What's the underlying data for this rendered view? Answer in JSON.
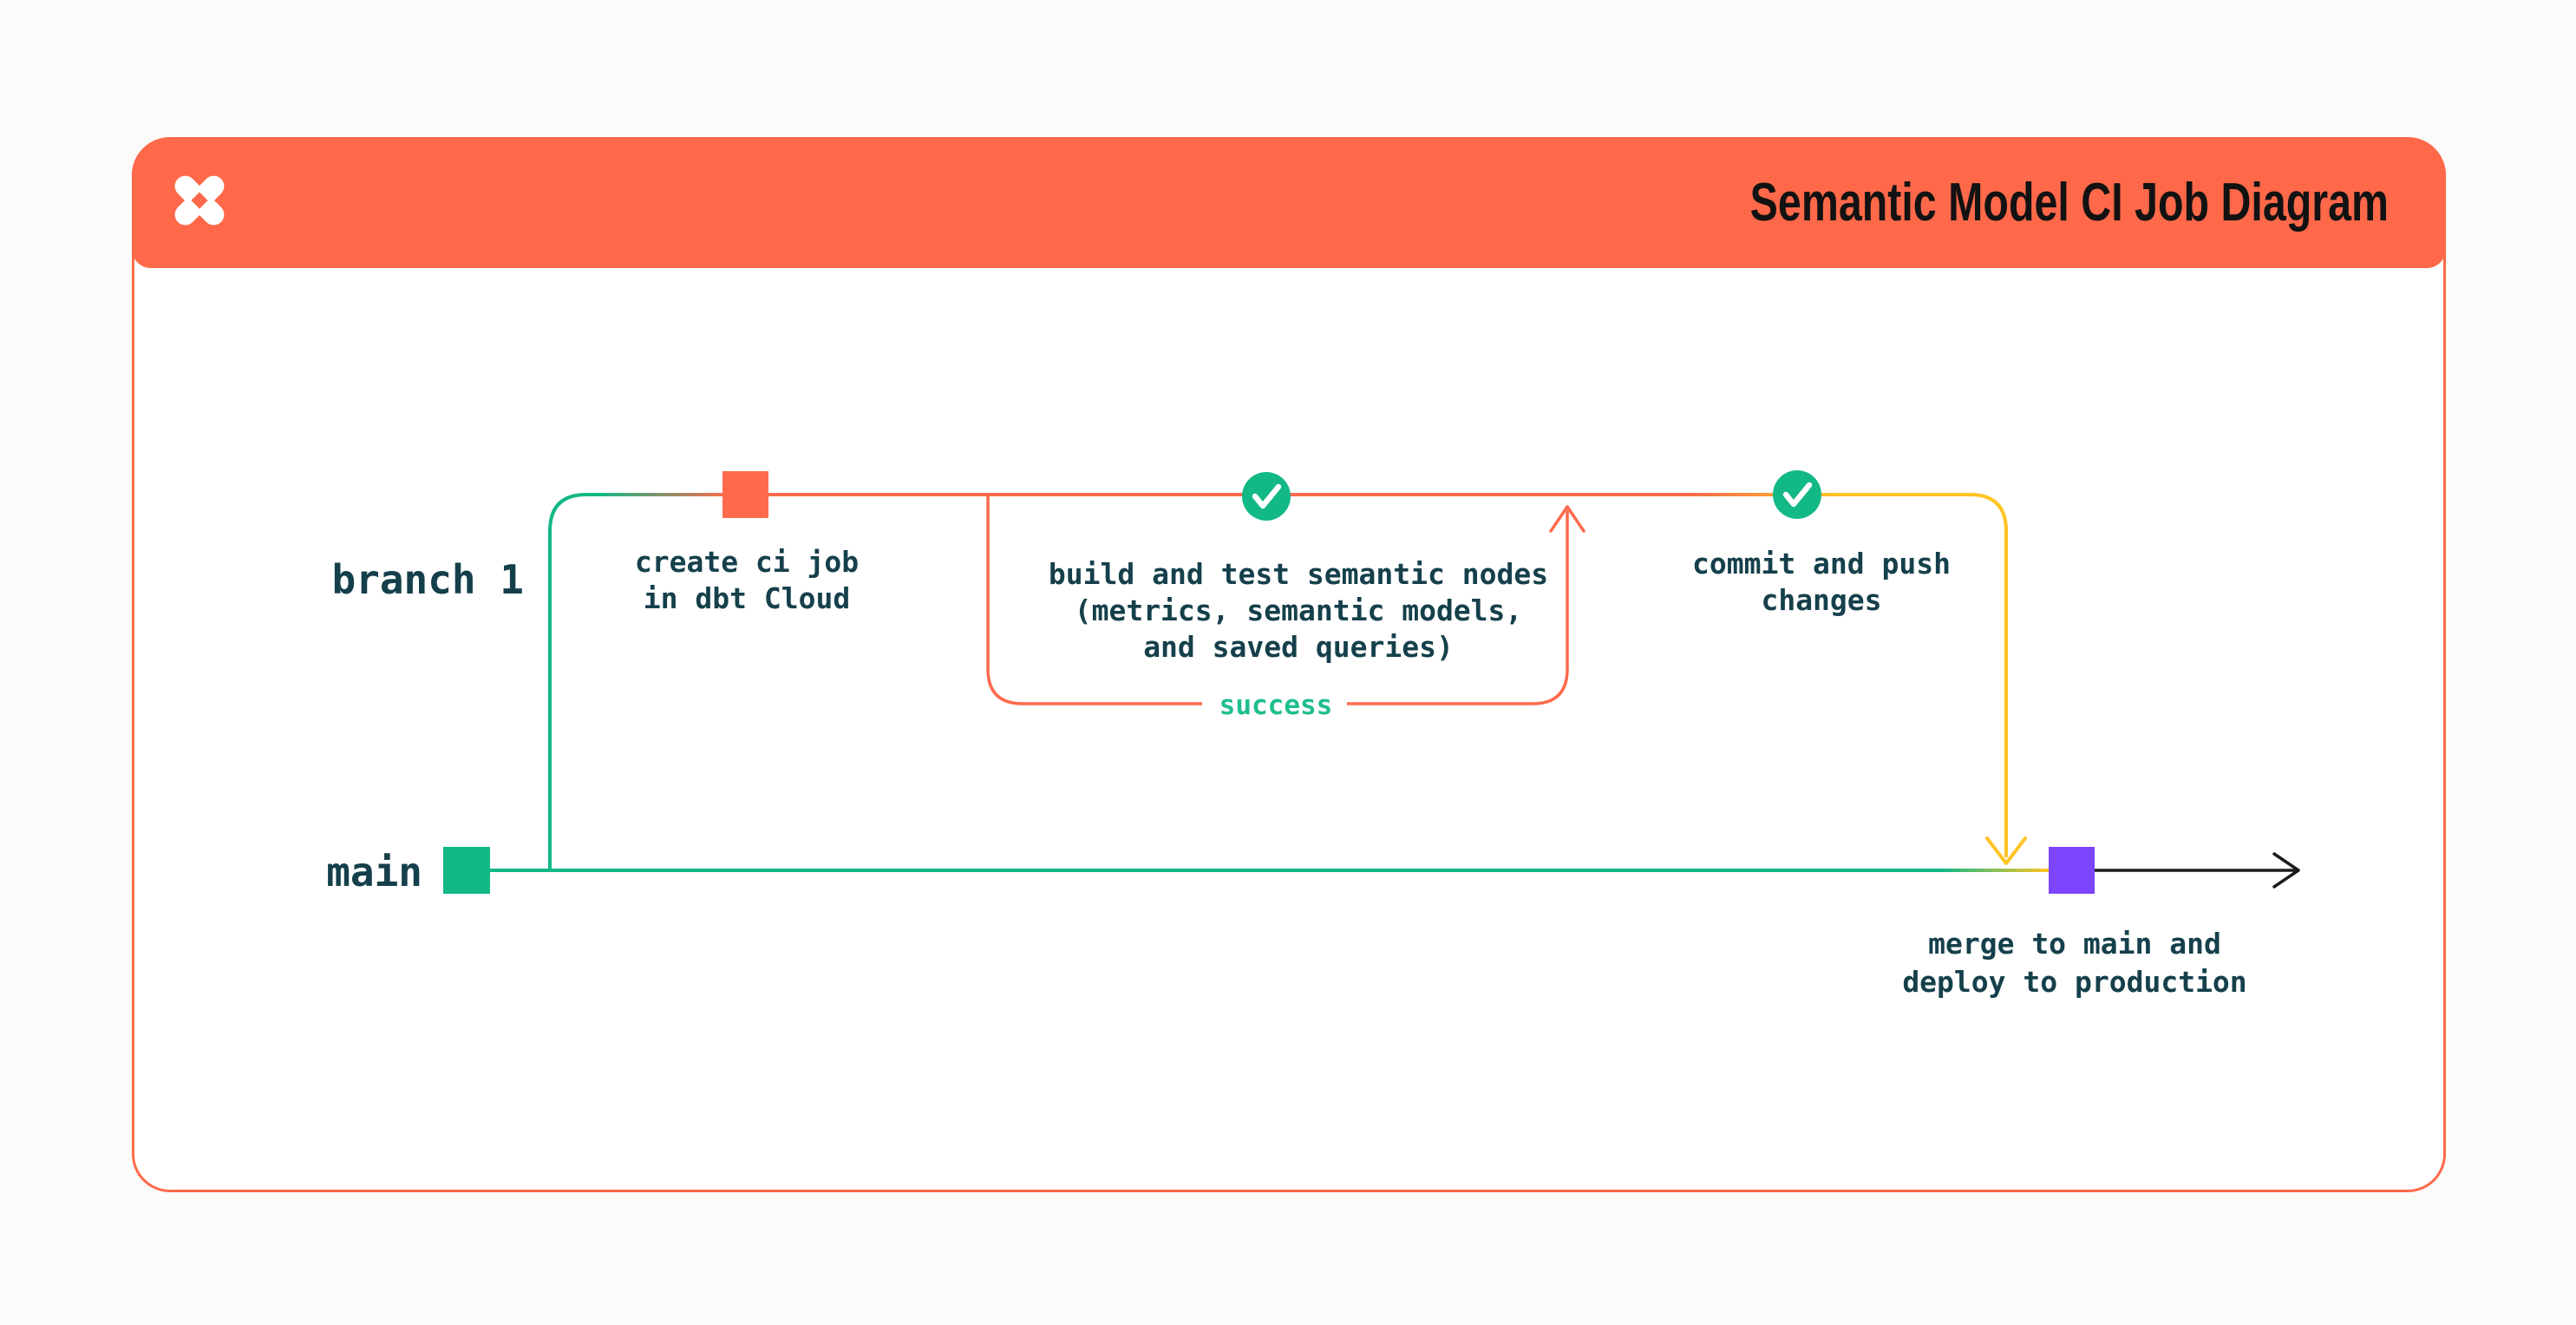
{
  "window": {
    "title": "Semantic Model CI Job Diagram"
  },
  "logo": {
    "name": "dbt-logo"
  },
  "colors": {
    "header_orange": "#ff694a",
    "line_orange": "#ff6a4c",
    "green": "#12b886",
    "yellow": "#ffc425",
    "purple": "#7c45fb",
    "text_navy": "#15404b",
    "success_green": "#1fbe8f",
    "arrow_black": "#1c1c1c",
    "page_background": "#fbfbf9",
    "card_background": "#ffffff"
  },
  "diagram": {
    "branch_label": "branch 1",
    "main_label": "main",
    "steps": {
      "create": {
        "line1": "create ci job",
        "line2": "in dbt Cloud"
      },
      "build": {
        "line1": "build and test semantic nodes",
        "line2": "(metrics, semantic models,",
        "line3": "and saved queries)"
      },
      "loop_label": "success",
      "commit": {
        "line1": "commit and push",
        "line2": "changes"
      },
      "merge": {
        "line1": "merge to main and",
        "line2": "deploy to production"
      }
    }
  }
}
